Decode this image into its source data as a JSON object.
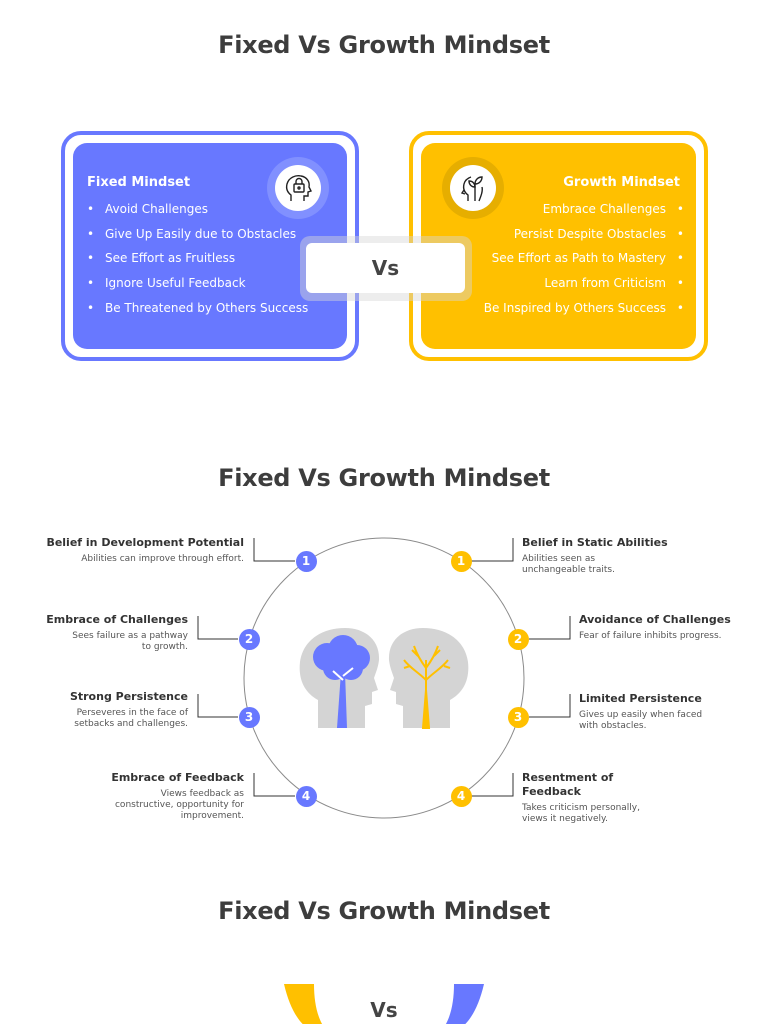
{
  "section1": {
    "title": "Fixed Vs Growth Mindset",
    "vs": "Vs",
    "fixed": {
      "heading": "Fixed Mindset",
      "items": [
        "Avoid Challenges",
        "Give Up Easily due to Obstacles",
        "See Effort as Fruitless",
        "Ignore Useful Feedback",
        "Be Threatened by Others Success"
      ],
      "color": "#6878ff"
    },
    "growth": {
      "heading": "Growth Mindset",
      "items": [
        "Embrace Challenges",
        "Persist Despite Obstacles",
        "See Effort as Path to Mastery",
        "Learn from Criticism",
        "Be Inspired by Others Success"
      ],
      "color": "#ffc000"
    }
  },
  "section2": {
    "title": "Fixed Vs Growth Mindset",
    "left": [
      {
        "num": "1",
        "heading": "Belief in Development Potential",
        "desc": "Abilities can improve through effort."
      },
      {
        "num": "2",
        "heading": "Embrace of Challenges",
        "desc": "Sees failure as a pathway to growth."
      },
      {
        "num": "3",
        "heading": "Strong Persistence",
        "desc": "Perseveres in the face of setbacks and challenges."
      },
      {
        "num": "4",
        "heading": "Embrace of Feedback",
        "desc": "Views feedback as constructive, opportunity for improvement."
      }
    ],
    "right": [
      {
        "num": "1",
        "heading": "Belief in Static Abilities",
        "desc": "Abilities seen as unchangeable traits."
      },
      {
        "num": "2",
        "heading": "Avoidance of Challenges",
        "desc": "Fear of failure inhibits progress."
      },
      {
        "num": "3",
        "heading": "Limited Persistence",
        "desc": "Gives up easily when faced with obstacles."
      },
      {
        "num": "4",
        "heading": "Resentment of Feedback",
        "desc": "Takes criticism personally, views it negatively."
      }
    ],
    "blue": "#6878ff",
    "yellow": "#ffc000"
  },
  "section3": {
    "title": "Fixed Vs Growth Mindset",
    "vs": "Vs"
  }
}
